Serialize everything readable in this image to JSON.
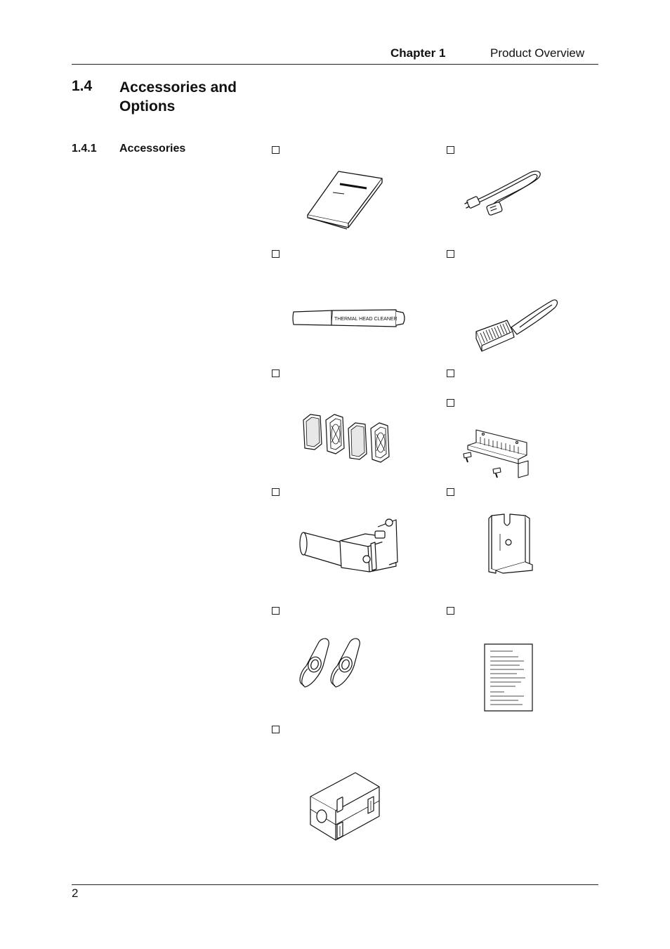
{
  "header": {
    "chapter_label": "Chapter 1",
    "chapter_title": "Product Overview"
  },
  "section": {
    "number": "1.4",
    "title": "Accessories and Options"
  },
  "subsection": {
    "number": "1.4.1",
    "title": "Accessories"
  },
  "accessories": [
    {
      "icon": "manual-booklet-icon",
      "checked": false
    },
    {
      "icon": "power-cord-icon",
      "checked": false
    },
    {
      "icon": "thermal-head-cleaner-icon",
      "checked": false,
      "illustration_text": "THERMAL HEAD CLEANER"
    },
    {
      "icon": "cleaning-brush-icon",
      "checked": false
    },
    {
      "icon": "fan-filters-icon",
      "checked": false
    },
    {
      "icon": "blank-item",
      "checked": false
    },
    {
      "icon": "guide-plate-screws-icon",
      "checked": false
    },
    {
      "icon": "spindle-shaft-icon",
      "checked": false
    },
    {
      "icon": "mounting-bracket-icon",
      "checked": false
    },
    {
      "icon": "spacer-washers-icon",
      "checked": false
    },
    {
      "icon": "instruction-sheet-icon",
      "checked": false
    },
    {
      "icon": "ferrite-core-icon",
      "checked": false
    }
  ],
  "footer": {
    "page_number": "2"
  }
}
